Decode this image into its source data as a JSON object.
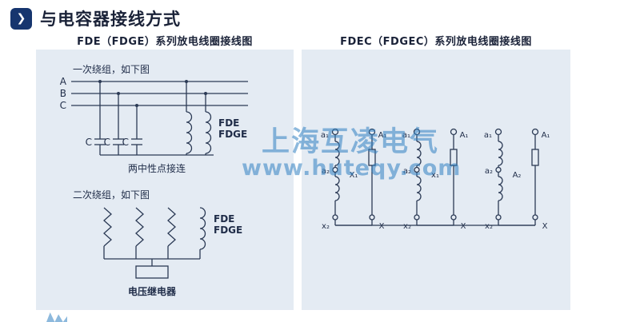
{
  "header": {
    "title": "与电容器接线方式"
  },
  "colors": {
    "accent_navy": "#16356e",
    "title_text": "#1a2238",
    "panel_background": "#e4ebf3",
    "diagram_line": "#2b3a55",
    "watermark_blue": "#2f7fc1"
  },
  "watermark": {
    "line1": "上海互凌电气",
    "line2": "www.huteqy.com"
  },
  "left_panel": {
    "title": "FDE（FDGE）系列放电线圈接线图",
    "primary_caption": "一次绕组，如下图",
    "phases": [
      "A",
      "B",
      "C"
    ],
    "capacitor_labels": [
      "C",
      "C",
      "C"
    ],
    "discharge_coil_labels": [
      "FDE",
      "FDGE"
    ],
    "neutral_note": "两中性点接连",
    "secondary_caption": "二次绕组，如下图",
    "secondary_coil_labels": [
      "FDE",
      "FDGE"
    ],
    "relay_label": "电压继电器"
  },
  "right_panel": {
    "title": "FDEC（FDGEC）系列放电线圈接线图",
    "units": [
      {
        "tl": "a₁",
        "tr": "A₁",
        "center": "X₁",
        "mid": "a₂",
        "bl": "x₂",
        "br": "X"
      },
      {
        "tl": "a₁",
        "tr": "A₁",
        "center": "x₁",
        "mid": "a₂",
        "bl": "x₂",
        "br": "X"
      },
      {
        "tl": "a₁",
        "tr": "A₁",
        "center": "A₂",
        "mid": "a₂",
        "bl": "x₂",
        "br": "X"
      }
    ]
  }
}
